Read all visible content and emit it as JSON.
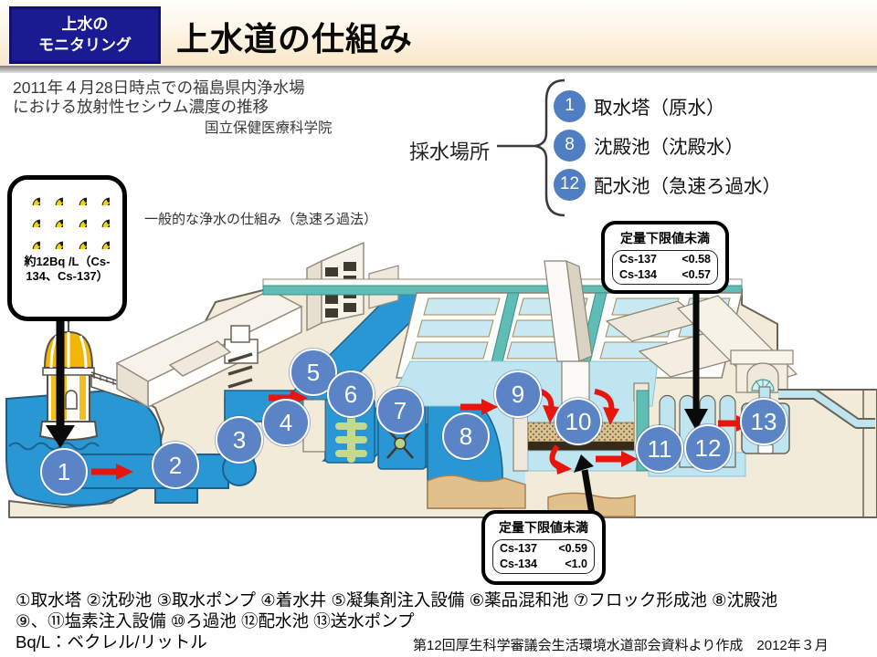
{
  "header": {
    "tag_line1": "上水の",
    "tag_line2": "モニタリング",
    "title": "上水道の仕組み"
  },
  "intro": {
    "line1": "2011年４月28日時点での福島県内浄水場",
    "line2": "における放射性セシウム濃度の推移",
    "org": "国立保健医療科学院"
  },
  "sampling": {
    "label": "採水場所",
    "items": [
      {
        "num": "1",
        "label": "取水塔（原水）"
      },
      {
        "num": "8",
        "label": "沈殿池（沈殿水）"
      },
      {
        "num": "12",
        "label": "配水池（急速ろ過水）"
      }
    ]
  },
  "diagram": {
    "caption": "一般的な浄水の仕組み（急速ろ過法）",
    "radiation_box": {
      "text": "約12Bq /L（Cs-134、Cs-137）",
      "symbol_count": 12
    },
    "callout_top": {
      "title": "定量下限値未満",
      "rows": [
        {
          "label": "Cs-137",
          "value": "<0.58"
        },
        {
          "label": "Cs-134",
          "value": "<0.57"
        }
      ]
    },
    "callout_bottom": {
      "title": "定量下限値未満",
      "rows": [
        {
          "label": "Cs-137",
          "value": "<0.59"
        },
        {
          "label": "Cs-134",
          "value": "<1.0"
        }
      ]
    },
    "step_numbers": [
      "1",
      "2",
      "3",
      "4",
      "5",
      "6",
      "7",
      "8",
      "9",
      "10",
      "11",
      "12",
      "13"
    ]
  },
  "legend": {
    "line1": "①取水塔 ②沈砂池 ③取水ポンプ ④着水井 ⑤凝集剤注入設備 ⑥薬品混和池 ⑦フロック形成池 ⑧沈殿池",
    "line2": "⑨、⑪塩素注入設備 ⑩ろ過池 ⑫配水池 ⑬送水ポンプ",
    "unit_note": "Bq/L：ベクレル/リットル",
    "credit": "第12回厚生科学審議会生活環境水道部会資料より作成　2012年３月"
  },
  "colors": {
    "navy": "#1b1b91",
    "band_cream": "#f9e7c8",
    "water": "#2a97d5",
    "water_light": "#bfe5f1",
    "cell": "#c9e9f3",
    "teal": "#5fbdb5",
    "land": "#f3ebda",
    "building": "#f6f2e9",
    "marker_blue": "#5b84c6",
    "list_blue": "#4f7fc2",
    "red": "#e8150d",
    "sand": "#e2c08c",
    "outline": "#6b6354"
  }
}
